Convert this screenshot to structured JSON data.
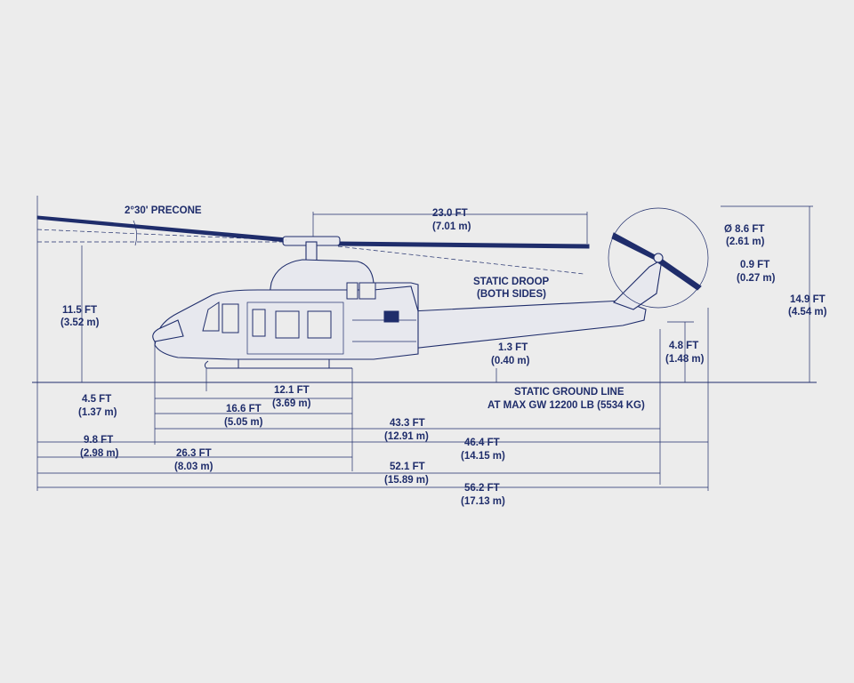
{
  "colors": {
    "background": "#ececec",
    "ink": "#1f2d6b"
  },
  "labels": {
    "precone": "2°30' PRECONE",
    "rotor_radius_ft": "23.0 FT",
    "rotor_radius_m": "(7.01 m)",
    "static_droop_1": "STATIC DROOP",
    "static_droop_2": "(BOTH SIDES)",
    "tail_rotor_dia_ft": "Ø 8.6 FT",
    "tail_rotor_dia_m": "(2.61 m)",
    "tail_clear_ft": "0.9 FT",
    "tail_clear_m": "(0.27 m)",
    "overall_height_ft": "14.9 FT",
    "overall_height_m": "(4.54 m)",
    "rotor_height_ft": "11.5 FT",
    "rotor_height_m": "(3.52 m)",
    "ground_clear_ft": "1.3 FT",
    "ground_clear_m": "(0.40 m)",
    "tail_height_ft": "4.8 FT",
    "tail_height_m": "(1.48 m)",
    "ground_line_1": "STATIC GROUND LINE",
    "ground_line_2": "AT MAX GW 12200 LB (5534 KG)",
    "skid_length_ft": "12.1 FT",
    "skid_length_m": "(3.69 m)",
    "nose_to_skid_ft": "4.5 FT",
    "nose_to_skid_m": "(1.37 m)",
    "nose_to_skid_end_ft": "16.6 FT",
    "nose_to_skid_end_m": "(5.05 m)",
    "fuselage_length_ft": "43.3 FT",
    "fuselage_length_m": "(12.91 m)",
    "rotor_to_nose_ft": "9.8 FT",
    "rotor_to_nose_m": "(2.98 m)",
    "fuselage_to_tail_ft": "46.4 FT",
    "fuselage_to_tail_m": "(14.15 m)",
    "rotor_to_skid_end_ft": "26.3 FT",
    "rotor_to_skid_end_m": "(8.03 m)",
    "rotor_to_tail_ft": "52.1 FT",
    "rotor_to_tail_m": "(15.89 m)",
    "overall_length_ft": "56.2 FT",
    "overall_length_m": "(17.13 m)"
  }
}
